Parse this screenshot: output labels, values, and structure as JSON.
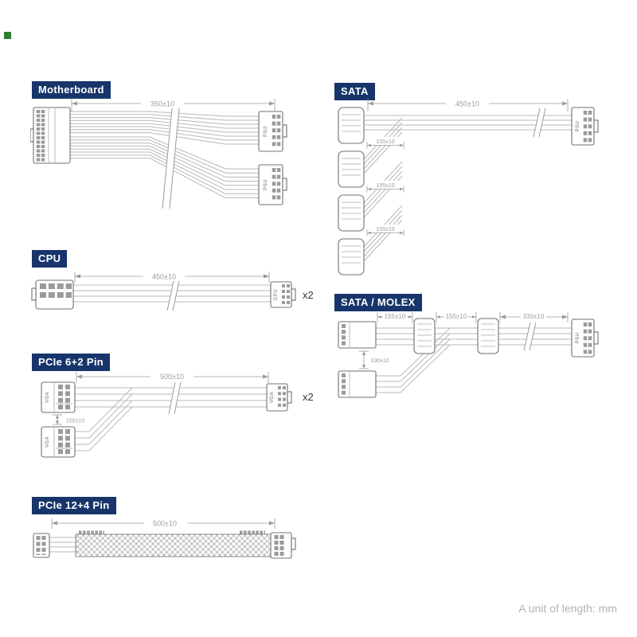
{
  "theme": {
    "label_bg": "#17356b",
    "label_fg": "#ffffff",
    "wire": "#b8b8b8",
    "conn": "#707070",
    "dim": "#9c9c9c",
    "marker_green": "#2e7d32"
  },
  "footer": {
    "note": "A unit of length: mm"
  },
  "sections": {
    "motherboard": {
      "label": "Motherboard",
      "dim_main": "350±10",
      "psu_label": "PSU"
    },
    "sata": {
      "label": "SATA",
      "dim_main": "450±10",
      "dims_between": [
        "155±10",
        "155±10",
        "155±10"
      ],
      "psu_label": "PSU"
    },
    "cpu": {
      "label": "CPU",
      "dim_main": "450±10",
      "connector_label": "CPU",
      "multiplier": "x2"
    },
    "sata_molex": {
      "label": "SATA / MOLEX",
      "dims": [
        "155±10",
        "155±10",
        "330±10"
      ],
      "dim_branch": "100±10",
      "psu_label": "PSU"
    },
    "pcie62": {
      "label": "PCIe 6+2 Pin",
      "dim_main": "500±10",
      "dim_branch": "150±10",
      "connector_label": "VGA",
      "multiplier": "x2"
    },
    "pcie124": {
      "label": "PCIe 12+4 Pin",
      "dim_main": "500±10"
    }
  }
}
